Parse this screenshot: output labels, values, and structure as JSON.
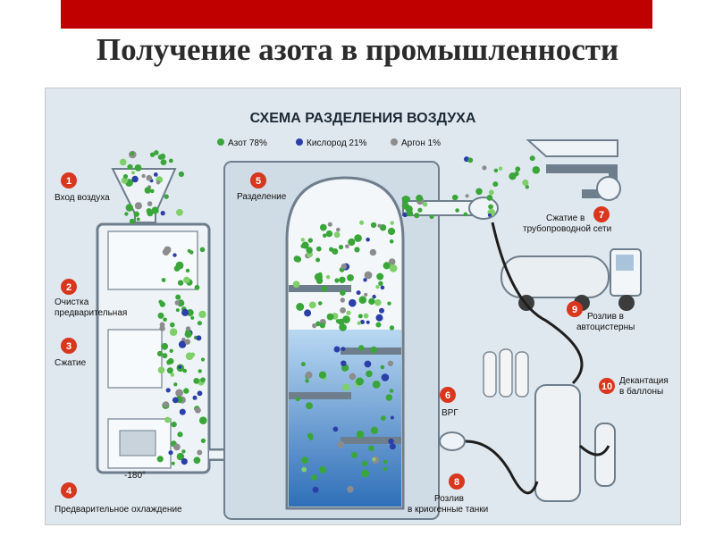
{
  "slide_title": "Получение азота в промышленности",
  "scheme_title": "СХЕМА РАЗДЕЛЕНИЯ ВОЗДУХА",
  "legend": [
    {
      "label": "Азот 78%",
      "color": "#3aa63a"
    },
    {
      "label": "Кислород 21%",
      "color": "#2b3fa8"
    },
    {
      "label": "Аргон 1%",
      "color": "#8c8c8c"
    }
  ],
  "steps": [
    {
      "num": "1",
      "lines": [
        "Вход воздуха"
      ]
    },
    {
      "num": "2",
      "lines": [
        "Очистка",
        "предварительная"
      ]
    },
    {
      "num": "3",
      "lines": [
        "Сжатие"
      ]
    },
    {
      "num": "4",
      "lines": [
        "Предварительное охлаждение"
      ]
    },
    {
      "num": "5",
      "lines": [
        "Разделение"
      ]
    },
    {
      "num": "6",
      "lines": [
        "ВРГ"
      ]
    },
    {
      "num": "7",
      "lines": [
        "Сжатие в",
        "трубопроводной сети"
      ]
    },
    {
      "num": "8",
      "lines": [
        "Розлив",
        "в криогенные танки"
      ]
    },
    {
      "num": "9",
      "lines": [
        "Розлив в",
        "автоцистерны"
      ]
    },
    {
      "num": "10",
      "lines": [
        "Декантация",
        "в баллоны"
      ]
    }
  ],
  "temperature_label": "-180°",
  "colors": {
    "badge": "#d9361e",
    "panel_bg": "#d9e4ec",
    "liquid": "#4a8fd4",
    "title_bar": "#c00000"
  }
}
